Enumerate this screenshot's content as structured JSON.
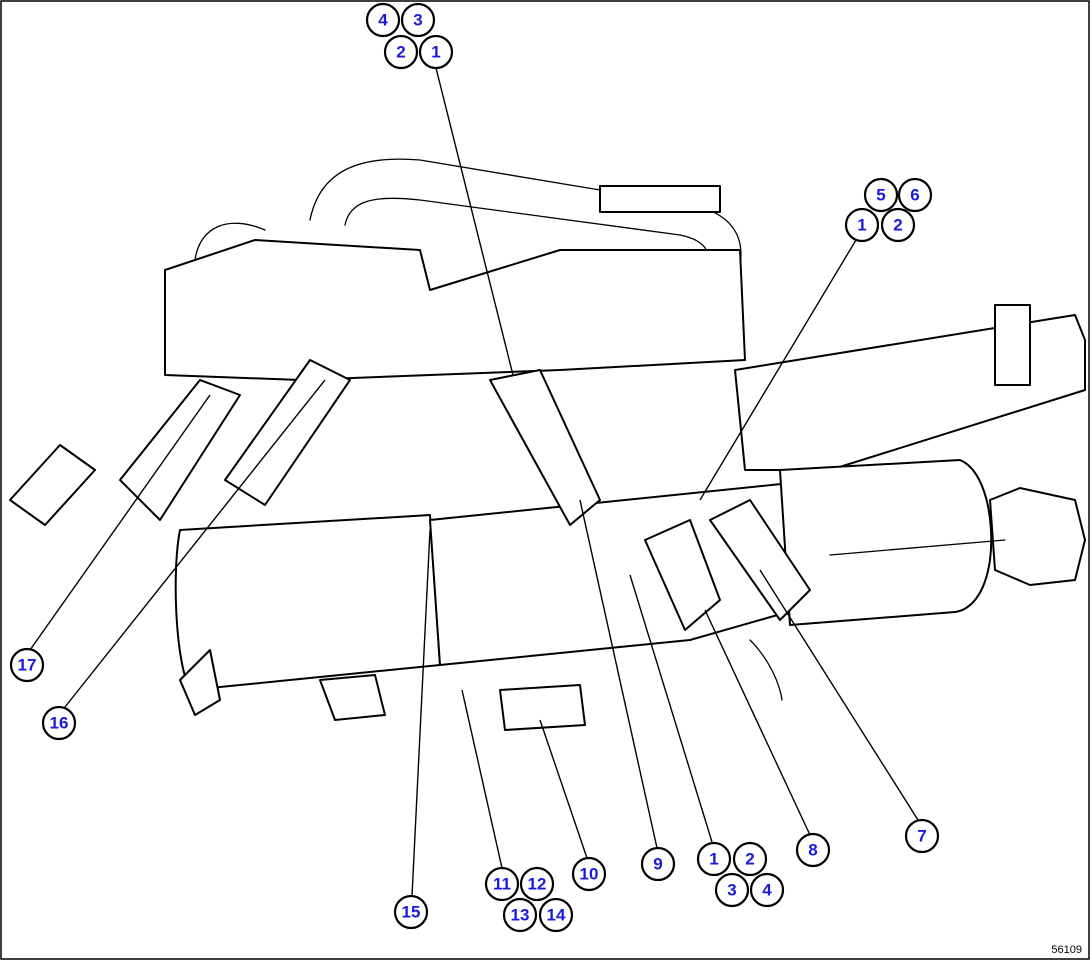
{
  "figure_id": "56109",
  "colors": {
    "callout_text": "#1a1adc",
    "line": "#000000",
    "background": "#ffffff"
  },
  "callouts": [
    {
      "id": "c-top-4",
      "label": "4"
    },
    {
      "id": "c-top-3",
      "label": "3"
    },
    {
      "id": "c-top-2",
      "label": "2"
    },
    {
      "id": "c-top-1",
      "label": "1"
    },
    {
      "id": "c-right-5",
      "label": "5"
    },
    {
      "id": "c-right-6",
      "label": "6"
    },
    {
      "id": "c-right-1",
      "label": "1"
    },
    {
      "id": "c-right-2",
      "label": "2"
    },
    {
      "id": "c-17",
      "label": "17"
    },
    {
      "id": "c-16",
      "label": "16"
    },
    {
      "id": "c-15",
      "label": "15"
    },
    {
      "id": "c-11",
      "label": "11"
    },
    {
      "id": "c-12",
      "label": "12"
    },
    {
      "id": "c-13",
      "label": "13"
    },
    {
      "id": "c-14",
      "label": "14"
    },
    {
      "id": "c-10",
      "label": "10"
    },
    {
      "id": "c-9",
      "label": "9"
    },
    {
      "id": "c-bot-1",
      "label": "1"
    },
    {
      "id": "c-bot-2",
      "label": "2"
    },
    {
      "id": "c-bot-3",
      "label": "3"
    },
    {
      "id": "c-bot-4",
      "label": "4"
    },
    {
      "id": "c-8",
      "label": "8"
    },
    {
      "id": "c-7",
      "label": "7"
    }
  ]
}
